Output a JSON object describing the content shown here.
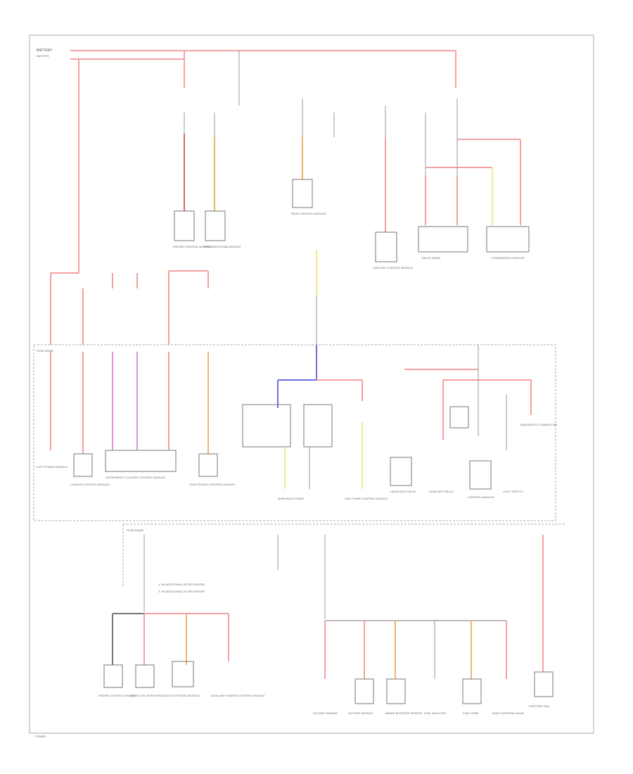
{
  "colors": {
    "red": "#f4a0a0",
    "orange": "#f0b46e",
    "pink": "#e68ce0",
    "yellow": "#f0ea8c",
    "blue": "#6e6ee6",
    "wire": "#999999",
    "dark": "#666666"
  },
  "labels": {
    "main_power": "BATTERY",
    "mid_fuse_panel": "FUSE PANEL",
    "rear_fuse_panel": "FUSE PANEL",
    "legend_1": "1: W/ ADDITIONAL OUTER HEATER",
    "legend_2": "2: W/ ADDITIONAL OUTER HEATER",
    "footer": "POWER"
  },
  "modules_top": [
    {
      "name": "ENGINE CONTROL MODULE"
    },
    {
      "name": "PREMIUM SOUND MODULE"
    },
    {
      "name": "REAR CONTROL MODULE"
    },
    {
      "name": "CENTRAL CONTROL MODULE"
    },
    {
      "name": "RELAY PANEL"
    },
    {
      "name": "CONVENIENCE MODULE"
    }
  ],
  "modules_mid": [
    {
      "name": "LEFT POWER MODULE"
    },
    {
      "name": "CLIMATE CONTROL MODULE"
    },
    {
      "name": "INSTRUMENT CLUSTER CONTROL MODULE"
    },
    {
      "name": "ELECTRONIC CONTROL MODULE"
    },
    {
      "name": "MAIN RELAY PANEL"
    },
    {
      "name": "FUEL PUMP CONTROL MODULE"
    },
    {
      "name": "HEADLIGHT RELAY"
    },
    {
      "name": "AUXILIARY RELAY"
    },
    {
      "name": "DIAGNOSTIC CONNECTOR"
    },
    {
      "name": "CONTROL MODULE"
    },
    {
      "name": "LIGHT SWITCH"
    }
  ],
  "modules_bottom": [
    {
      "name": "ENGINE CONTROL MODULE"
    },
    {
      "name": "SELECTOR LEVER MODULE"
    },
    {
      "name": "ELECTRONIC MODULE"
    },
    {
      "name": "AUXILIARY HEATER CONTROL MODULE"
    },
    {
      "name": "OXYGEN SENSOR"
    },
    {
      "name": "OXYGEN SENSOR"
    },
    {
      "name": "BRAKE BOOSTER SENSOR"
    },
    {
      "name": "FUEL INJECTOR"
    },
    {
      "name": "FUEL PUMP"
    },
    {
      "name": "EVAP CANISTER VALVE"
    },
    {
      "name": "ELECTRIC FAN"
    }
  ]
}
